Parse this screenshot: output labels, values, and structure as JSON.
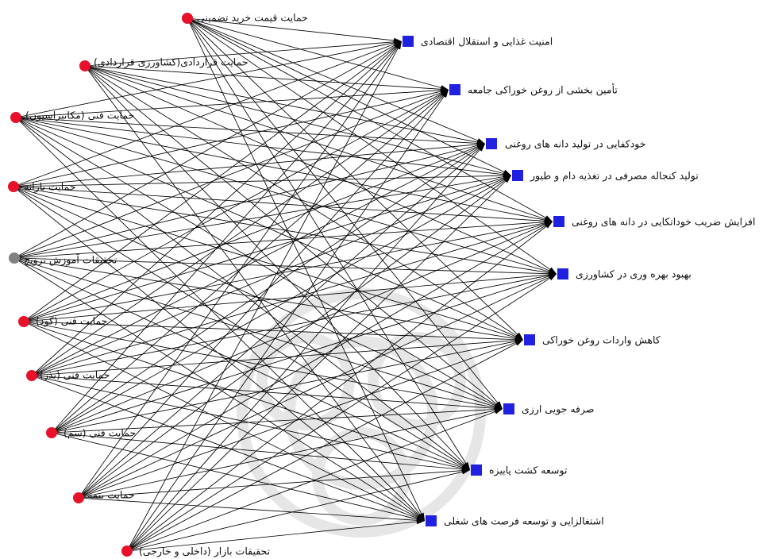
{
  "network": {
    "source_nodes": [
      {
        "id": "s0",
        "label": "حمایت قیمت خرید تضمینی"
      },
      {
        "id": "s1",
        "label": "حمایت قراردادی(کشاورزی قراردادی)"
      },
      {
        "id": "s2",
        "label": "حمایت فنی (مکانیزاسیون)"
      },
      {
        "id": "s3",
        "label": "حمایت یارانه"
      },
      {
        "id": "s4",
        "label": "تحقیقات آموزش ترویج"
      },
      {
        "id": "s5",
        "label": "حمایت فنی (کود)"
      },
      {
        "id": "s6",
        "label": "حمایت فنی (بذر)"
      },
      {
        "id": "s7",
        "label": "حمایت فنی (سم)"
      },
      {
        "id": "s8",
        "label": "حمایت بیمه"
      },
      {
        "id": "s9",
        "label": "تحقیقات بازار (داخلی و خارجی)"
      }
    ],
    "target_nodes": [
      {
        "id": "t0",
        "label": "امنیت غذایی و استقلال اقتصادی"
      },
      {
        "id": "t1",
        "label": "تأمین بخشی از روغن خوراکی جامعه"
      },
      {
        "id": "t2",
        "label": "خودکفایی در تولید دانه های روغنی"
      },
      {
        "id": "t3",
        "label": "تولید کنجاله مصرفی در تغذیه دام و طیور"
      },
      {
        "id": "t4",
        "label": "افزایش ضریب خوداتکایی در دانه های روغنی"
      },
      {
        "id": "t5",
        "label": "بهبود بهره وری در کشاورزی"
      },
      {
        "id": "t6",
        "label": "کاهش واردات روغن خوراکی"
      },
      {
        "id": "t7",
        "label": "صرفه جویی ارزی"
      },
      {
        "id": "t8",
        "label": "توسعه کشت پاییزه"
      },
      {
        "id": "t9",
        "label": "اشتغالزایی و توسعه فرصت های شغلی"
      }
    ],
    "edges": "all-sources-to-all-targets",
    "colors": {
      "source_node": "#e8102a",
      "source_node_highlight": "#808080",
      "target_node": "#2020e0",
      "edge": "#000000",
      "background": "#ffffff"
    }
  }
}
